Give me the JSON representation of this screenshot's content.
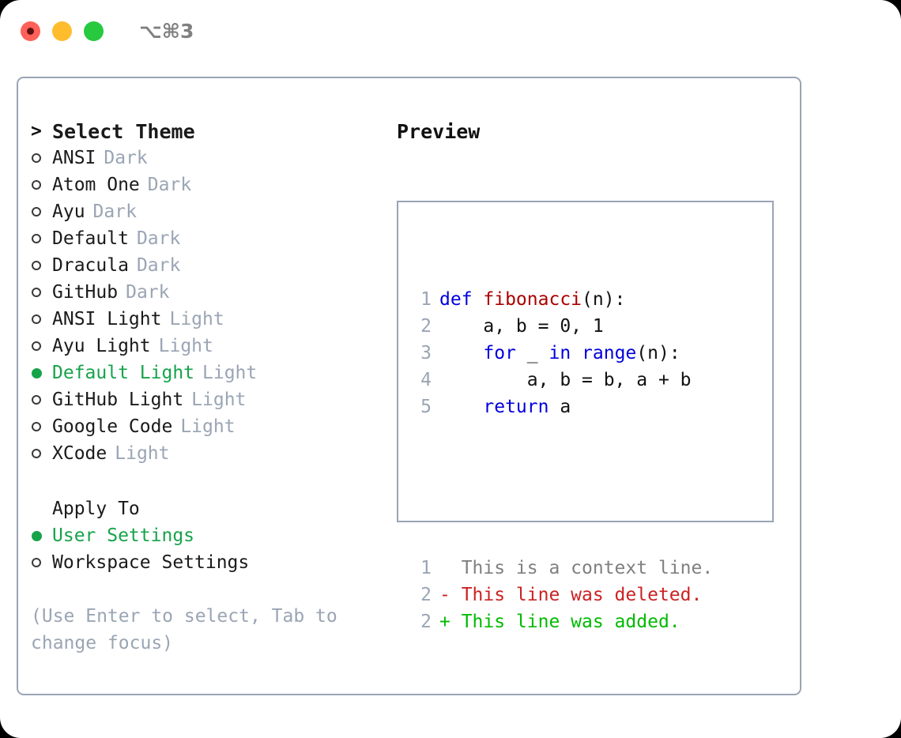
{
  "titlebar": {
    "shortcut": "⌥⌘3",
    "buttons": [
      "close",
      "minimize",
      "maximize"
    ],
    "colors": {
      "close": "#ff6059",
      "minimize": "#ffbd2e",
      "maximize": "#27c93f"
    }
  },
  "theme_picker": {
    "header": "Select Theme",
    "header_marker": ">",
    "items": [
      {
        "label": "ANSI",
        "badge": "Dark",
        "selected": false
      },
      {
        "label": "Atom One",
        "badge": "Dark",
        "selected": false
      },
      {
        "label": "Ayu",
        "badge": "Dark",
        "selected": false
      },
      {
        "label": "Default",
        "badge": "Dark",
        "selected": false
      },
      {
        "label": "Dracula",
        "badge": "Dark",
        "selected": false
      },
      {
        "label": "GitHub",
        "badge": "Dark",
        "selected": false
      },
      {
        "label": "ANSI Light",
        "badge": "Light",
        "selected": false
      },
      {
        "label": "Ayu Light",
        "badge": "Light",
        "selected": false
      },
      {
        "label": "Default Light",
        "badge": "Light",
        "selected": true
      },
      {
        "label": "GitHub Light",
        "badge": "Light",
        "selected": false
      },
      {
        "label": "Google Code",
        "badge": "Light",
        "selected": false
      },
      {
        "label": "XCode",
        "badge": "Light",
        "selected": false
      }
    ]
  },
  "apply_to": {
    "heading": "Apply To",
    "options": [
      {
        "label": "User Settings",
        "selected": true
      },
      {
        "label": "Workspace Settings",
        "selected": false
      }
    ]
  },
  "hint": "(Use Enter to select, Tab to change focus)",
  "preview": {
    "title": "Preview",
    "code_lines": [
      {
        "num": "1",
        "tokens": [
          {
            "t": "def ",
            "c": "kw"
          },
          {
            "t": "fibonacci",
            "c": "fn"
          },
          {
            "t": "(n):",
            "c": "plain"
          }
        ]
      },
      {
        "num": "2",
        "tokens": [
          {
            "t": "    a, b = 0, 1",
            "c": "plain"
          }
        ]
      },
      {
        "num": "3",
        "tokens": [
          {
            "t": "    ",
            "c": "plain"
          },
          {
            "t": "for",
            "c": "kw"
          },
          {
            "t": " _ ",
            "c": "plain"
          },
          {
            "t": "in",
            "c": "kw"
          },
          {
            "t": " ",
            "c": "plain"
          },
          {
            "t": "range",
            "c": "kw"
          },
          {
            "t": "(n):",
            "c": "plain"
          }
        ]
      },
      {
        "num": "4",
        "tokens": [
          {
            "t": "        a, b = b, a + b",
            "c": "plain"
          }
        ]
      },
      {
        "num": "5",
        "tokens": [
          {
            "t": "    ",
            "c": "plain"
          },
          {
            "t": "return",
            "c": "kw"
          },
          {
            "t": " a",
            "c": "plain"
          }
        ]
      }
    ],
    "diff_lines": [
      {
        "num": "1",
        "tokens": [
          {
            "t": "  This is a context line.",
            "c": "ctx"
          }
        ]
      },
      {
        "num": "2",
        "tokens": [
          {
            "t": "- This line was deleted.",
            "c": "del"
          }
        ]
      },
      {
        "num": "2",
        "tokens": [
          {
            "t": "+ This line was added.",
            "c": "add"
          }
        ]
      }
    ]
  },
  "colors": {
    "selected_green": "#16a34a",
    "badge_gray": "#9aa5b4",
    "border": "#9aa5b4",
    "keyword_blue": "#0000dd",
    "function_red": "#aa0000",
    "diff_deleted": "#cc2222",
    "diff_added": "#00bb00"
  }
}
